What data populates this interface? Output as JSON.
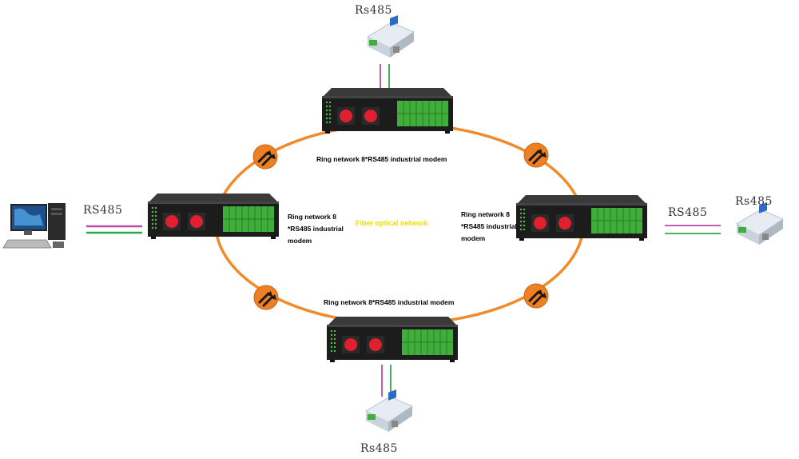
{
  "diagram": {
    "top_converter_label": "Rs485",
    "bottom_converter_label": "Rs485",
    "right_converter_label": "Rs485",
    "right_link_label": "RS485",
    "pc_link_label": "RS485",
    "center_label": "Fiber optical network",
    "modem_top_label": "Ring network 8*RS485 industrial modem",
    "modem_bottom_label": "Ring network 8*RS485 industrial modem",
    "modem_left_label": [
      "Ring network 8",
      "*RS485 industrial",
      "modem"
    ],
    "modem_right_label": [
      "Ring network 8",
      "*RS485 industrial",
      "modem"
    ],
    "colors": {
      "ring": "#f08a2a",
      "badge": "#ee7f22",
      "device_body": "#1c1c1c",
      "terminal": "#3fae3a",
      "port": "#e0202e",
      "wire_purple": "#b64ca8",
      "wire_green": "#2fa84a",
      "center_text": "#f2e000"
    }
  }
}
